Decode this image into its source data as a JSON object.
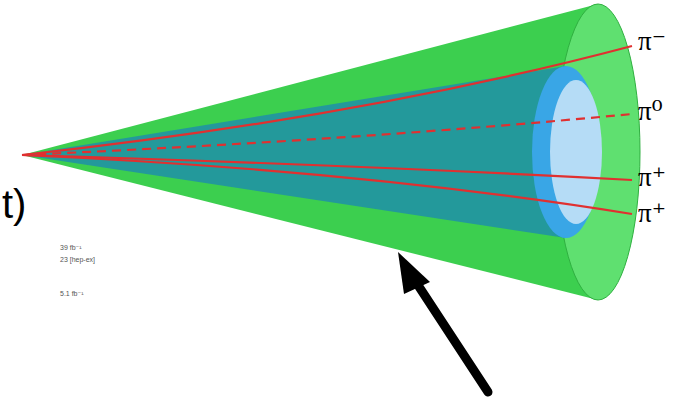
{
  "diagram": {
    "labels": [
      "π⁻",
      "π⁰",
      "π⁺",
      "π⁺",
      "t)",
      "39 fb⁻¹",
      "23 [hep-ex]",
      "5.1 fb⁻¹"
    ]
  }
}
